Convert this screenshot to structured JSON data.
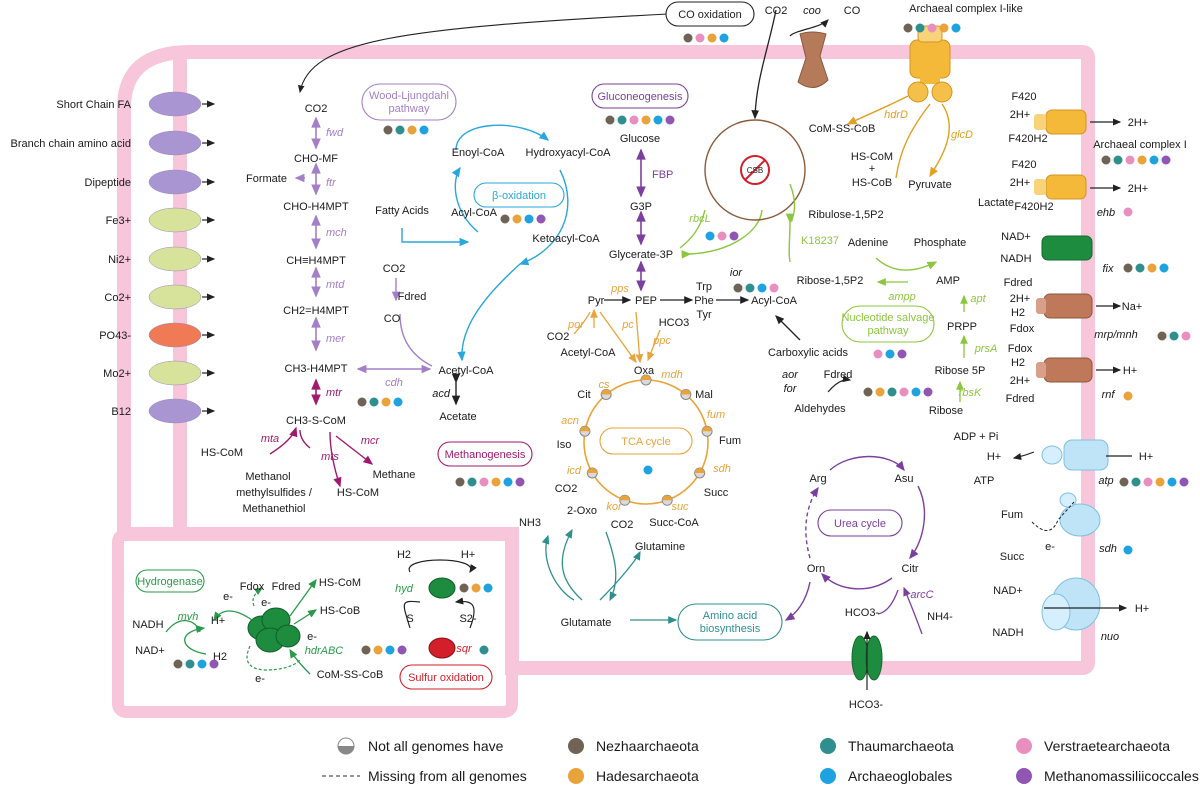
{
  "center": {
    "csb": "CSB"
  },
  "legend": {
    "partial": "Not all genomes have",
    "missing": "Missing from all genomes",
    "items": [
      {
        "name": "Nezhaarchaeota",
        "color": "#6e6354"
      },
      {
        "name": "Thaumarchaeota",
        "color": "#2f8f8f"
      },
      {
        "name": "Verstraetearchaeota",
        "color": "#e88fbf"
      },
      {
        "name": "Hadesarchaeota",
        "color": "#e9a33a"
      },
      {
        "name": "Archaeoglobales",
        "color": "#1fa2e0"
      },
      {
        "name": "Methanomassiliicoccales",
        "color": "#9056b4"
      }
    ]
  },
  "transporters": [
    {
      "label": "Short Chain FA",
      "color": "#a895d2"
    },
    {
      "label": "Branch chain amino acid",
      "color": "#a895d2"
    },
    {
      "label": "Dipeptide",
      "color": "#a895d2"
    },
    {
      "label": "Fe3+",
      "color": "#d7e39a"
    },
    {
      "label": "Ni2+",
      "color": "#d7e39a"
    },
    {
      "label": "Co2+",
      "color": "#d7e39a"
    },
    {
      "label": "PO43-",
      "color": "#f07a55"
    },
    {
      "label": "Mo2+",
      "color": "#d7e39a"
    },
    {
      "label": "B12",
      "color": "#a895d2"
    }
  ],
  "boxes": [
    {
      "id": "co-oxidation",
      "label": "CO oxidation",
      "color": "#222222"
    },
    {
      "id": "wood-ljungdahl",
      "label": "Wood-Ljungdahl pathway",
      "color": "#a47fc8"
    },
    {
      "id": "gluconeogenesis",
      "label": "Gluconeogenesis",
      "color": "#7b3f9e"
    },
    {
      "id": "beta-oxidation",
      "label": "β-oxidation",
      "color": "#29a6de"
    },
    {
      "id": "nucleotide-salvage",
      "label": "Nucleotide salvage pathway",
      "color": "#8cc63f"
    },
    {
      "id": "tca",
      "label": "TCA cycle",
      "color": "#e9a33a"
    },
    {
      "id": "methanogenesis",
      "label": "Methanogenesis",
      "color": "#a0196e"
    },
    {
      "id": "urea",
      "label": "Urea cycle",
      "color": "#7b3f9e"
    },
    {
      "id": "amino-acid",
      "label": "Amino acid biosynthesis",
      "color": "#2f8f8f"
    },
    {
      "id": "hydrogenase",
      "label": "Hydrogenase",
      "color": "#2a9a4a"
    },
    {
      "id": "sulfur",
      "label": "Sulfur oxidation",
      "color": "#d21f2a"
    }
  ],
  "compounds": {
    "co2_top": "CO2",
    "coo": "coo",
    "co_top": "CO",
    "complex_i_like": "Archaeal complex I-like",
    "co2_wl": "CO2",
    "fwd": "fwd",
    "cho_mf": "CHO-MF",
    "formate": "Formate",
    "ftr": "ftr",
    "cho_h4mpt": "CHO-H4MPT",
    "mch": "mch",
    "ch_h4mpt": "CH≡H4MPT",
    "mtd": "mtd",
    "ch2_h4mpt": "CH2=H4MPT",
    "mer": "mer",
    "ch3_h4mpt": "CH3-H4MPT",
    "mtr": "mtr",
    "ch3_s_com": "CH3-S-CoM",
    "hs_com_1": "HS-CoM",
    "mta": "mta",
    "mcr": "mcr",
    "methanol": "Methanol",
    "mts": "mts",
    "methane": "Methane",
    "methylsulfides": "methylsulfides /",
    "methanethiol": "Methanethiol",
    "hs_com_2": "HS-CoM",
    "fatty_acids": "Fatty Acids",
    "acyl_coa": "Acyl-CoA",
    "enoyl_coa": "Enoyl-CoA",
    "hydroxyacyl_coa": "Hydroxyacyl-CoA",
    "ketoacyl_coa": "Ketoacyl-CoA",
    "co2_cdh": "CO2",
    "fd_red_cdh": "Fdred",
    "co_cdh": "CO",
    "cdh": "cdh",
    "acetyl_coa": "Acetyl-CoA",
    "acd": "acd",
    "acetate": "Acetate",
    "glucose": "Glucose",
    "fbp": "FBP",
    "g3p": "G3P",
    "rbcl": "rbcL",
    "glycerate3p": "Glycerate-3P",
    "pps": "pps",
    "pyr": "Pyr",
    "pep": "PEP",
    "trp": "Trp",
    "phe": "Phe",
    "tyr": "Tyr",
    "ior": "ior",
    "acyl_coa_2": "Acyl-CoA",
    "por": "por",
    "pc": "pc",
    "hco3": "HCO3",
    "co2_por": "CO2",
    "acetyl_coa_2": "Acetyl-CoA",
    "ppc": "ppc",
    "oxa": "Oxa",
    "mdh": "mdh",
    "mal": "Mal",
    "cs": "cs",
    "cit": "Cit",
    "fum_enz": "fum",
    "acn": "acn",
    "fum": "Fum",
    "iso": "Iso",
    "sdh_enz": "sdh",
    "icd": "icd",
    "co2_icd": "CO2",
    "succ": "Succ",
    "kor": "kor",
    "suc": "suc",
    "oxo": "2-Oxo",
    "co2_kor": "CO2",
    "succ_coa": "Succ-CoA",
    "nh3": "NH3",
    "glutamine": "Glutamine",
    "glutamate": "Glutamate",
    "com_ss_cob": "CoM-SS-CoB",
    "hdrd": "hdrD",
    "glcd": "glcD",
    "hs_com_3": "HS-CoM",
    "plus": "+",
    "hs_cob": "HS-CoB",
    "pyruvate": "Pyruvate",
    "lactate": "Lactate",
    "ribulose": "Ribulose-1,5P2",
    "k18237": "K18237",
    "adenine": "Adenine",
    "phosphate": "Phosphate",
    "ribose15": "Ribose-1,5P2",
    "amp": "AMP",
    "ampp": "ampp",
    "apt": "apt",
    "prpp": "PRPP",
    "carboxylic": "Carboxylic acids",
    "prsa": "prsA",
    "aor": "aor",
    "for": "for",
    "fd_red_aor": "Fdred",
    "ribose5p": "Ribose 5P",
    "aldehydes": "Aldehydes",
    "rbsk": "rbsK",
    "ribose": "Ribose",
    "arg": "Arg",
    "asu": "Asu",
    "orn": "Orn",
    "citr": "Citr",
    "arcc": "arcC",
    "hco3_u": "HCO3-",
    "nh4": "NH4-",
    "hco3_bot": "HCO3-",
    "h2_hyd": "H2",
    "h_hyd": "H+",
    "hyd": "hyd",
    "s": "S",
    "s2": "S2-",
    "sqr": "sqr",
    "fd_ox": "Fdox",
    "fd_red_h": "Fdred",
    "e1": "e-",
    "e2": "e-",
    "e3": "e-",
    "e4": "e-",
    "hs_com_h": "HS-CoM",
    "hs_cob_h": "HS-CoB",
    "hdrabc": "hdrABC",
    "com_ss_cob_h": "CoM-SS-CoB",
    "mvh": "mvh",
    "nadh_h": "NADH",
    "nad_h": "NAD+",
    "h_plus_h": "H+",
    "h2_h": "H2",
    "f420_1": "F420",
    "h2p_1": "2H+",
    "f420h2_1": "F420H2",
    "h2out_1": "2H+",
    "complex_i": "Archaeal complex I",
    "f420_2": "F420",
    "h2p_2": "2H+",
    "f420h2_2": "F420H2",
    "h2out_2": "2H+",
    "ehb": "ehb",
    "nad_fix": "NAD+",
    "nadh_fix": "NADH",
    "fix": "fix",
    "fd_red_mrp": "Fdred",
    "h2p_mrp": "2H+",
    "h2_mrp": "H2",
    "fd_ox_mrp": "Fdox",
    "na": "Na+",
    "mrp": "mrp/mnh",
    "fd_ox_rnf": "Fdox",
    "h2_rnf": "H2",
    "h2p_rnf": "2H+",
    "fd_red_rnf": "Fdred",
    "h_rnf": "H+",
    "rnf": "rnf",
    "adp": "ADP + Pi",
    "h_atp": "H+",
    "atp_mol": "ATP",
    "h_out_atp": "H+",
    "atp": "atp",
    "fum_sdh": "Fum",
    "succ_sdh": "Succ",
    "e_sdh": "e-",
    "sdh": "sdh",
    "nad_nuo": "NAD+",
    "nadh_nuo": "NADH",
    "h_nuo": "H+",
    "nuo": "nuo"
  }
}
